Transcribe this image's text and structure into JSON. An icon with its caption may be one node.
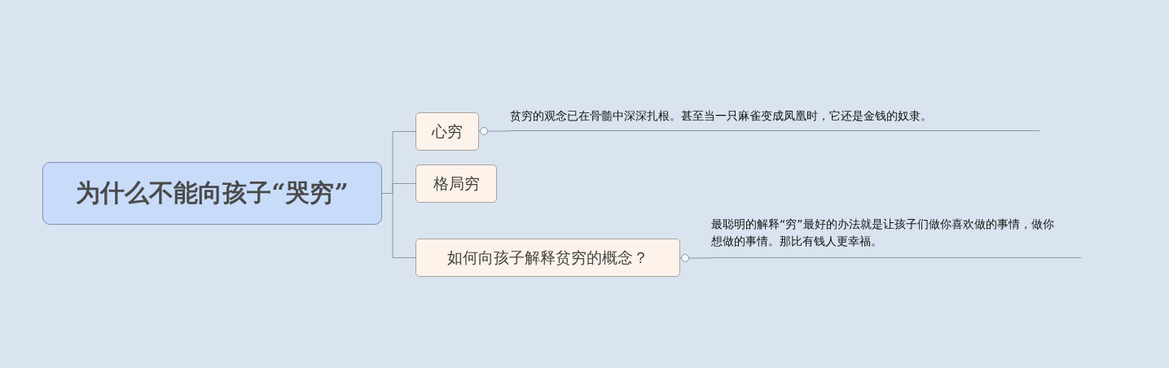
{
  "diagram": {
    "nodes": [
      {
        "text": [
          "为什么不能向孩子“哭穷”"
        ]
      },
      {
        "text": [
          "心穷"
        ]
      },
      {
        "text": [
          "格局穷"
        ]
      },
      {
        "text": [
          "如何向孩子解释贫穷的概念？"
        ]
      },
      {
        "text": [
          "贫穷的观念已在骨髓中深深扎根。甚至当一只麻雀变成凤凰时，它还是金钱的奴隶。"
        ]
      },
      {
        "text": [
          "最聪明的解释“穷”最好的办法就是让孩子们做你喜欢做的事情，做你想做的事情。那比有钱人更幸福。"
        ]
      }
    ],
    "edges": [
      {
        "from": 0,
        "to": 1,
        "arrow": "none"
      },
      {
        "from": 0,
        "to": 2,
        "arrow": "none"
      },
      {
        "from": 0,
        "to": 3,
        "arrow": "none"
      },
      {
        "from": 1,
        "to": 4,
        "arrow": "other"
      },
      {
        "from": 3,
        "to": 5,
        "arrow": "other"
      }
    ]
  }
}
